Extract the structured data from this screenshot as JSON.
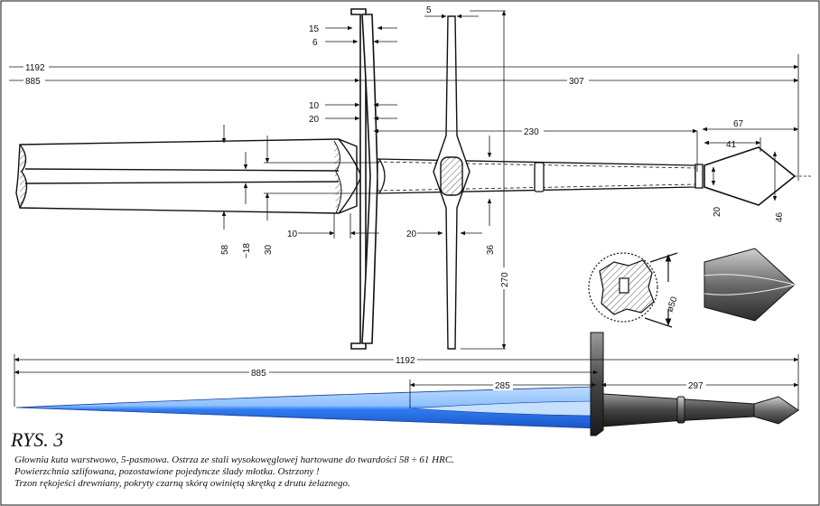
{
  "figure": {
    "title": "RYS. 3",
    "caption_lines": [
      "Głownia kuta warstwowo, 5-pasmowa. Ostrza ze stali wysokowęglowej hartowane do twardości 58 ÷ 61 HRC.",
      "Powierzchnia szlifowana, pozostawione pojedyncze ślady młotka. Ostrzony !",
      "Trzon rękojeści drewniany, pokryty czarną skórą owiniętą skrętką z drutu żelaznego."
    ]
  },
  "dimensions": {
    "overall_length": "1192",
    "blade_length": "885",
    "grip_length": "307",
    "guard_thickness_top": "15",
    "guard_inner_top": "6",
    "guard_thickness_mid": "10",
    "guard_inner_mid": "20",
    "guard_bar_width": "5",
    "grip_to_pommel": "230",
    "pommel_length": "67",
    "pommel_neck": "41",
    "pommel_neck_height": "20",
    "pommel_height": "46",
    "blade_width": "58",
    "fuller_width": "~18",
    "blade_base_width": "30",
    "ricasso_length": "10",
    "guard_center_width": "20",
    "guard_center_height": "36",
    "guard_span": "270",
    "pommel_diameter": "ø50"
  },
  "bottom_view": {
    "overall_length": "1192",
    "blade_length": "885",
    "fuller_length": "285",
    "hilt_length": "297"
  },
  "colors": {
    "blade_fill": "#2f7bf0",
    "blade_highlight": "#9ec8ff",
    "hilt_fill": "#4a4a4a",
    "line": "#111111"
  }
}
